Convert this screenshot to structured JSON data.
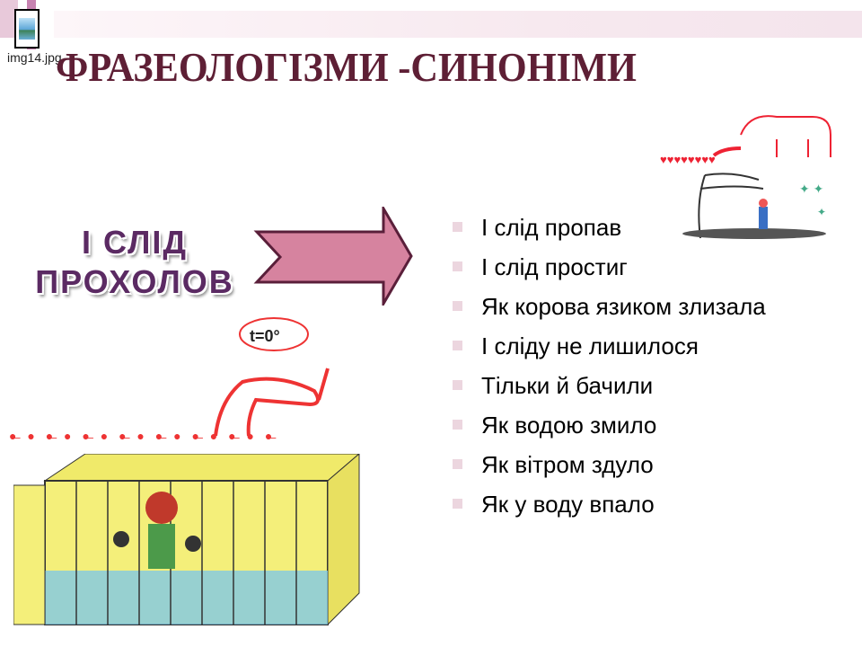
{
  "slide": {
    "title": "ФРАЗЕОЛОГІЗМИ -СИНОНІМИ",
    "image_placeholder": {
      "icon": "image-file-icon",
      "filename": "img14.jpg"
    },
    "phrase_line1": "І  СЛІД",
    "phrase_line2": "ПРОХОЛОВ",
    "synonyms": [
      "І слід  пропав",
      "І слід  простиг",
      "Як   корова  язиком злизала",
      "І  сліду  не  лишилося",
      "Тільки  й  бачили",
      "Як  водою  змило",
      "Як  вітром  здуло",
      "Як у воду  впало"
    ],
    "thermometer_label": "t=0°",
    "colors": {
      "title": "#5e1f35",
      "arrow_fill": "#d6839f",
      "arrow_stroke": "#5a1f3a",
      "heading": "#5b2a63"
    }
  }
}
